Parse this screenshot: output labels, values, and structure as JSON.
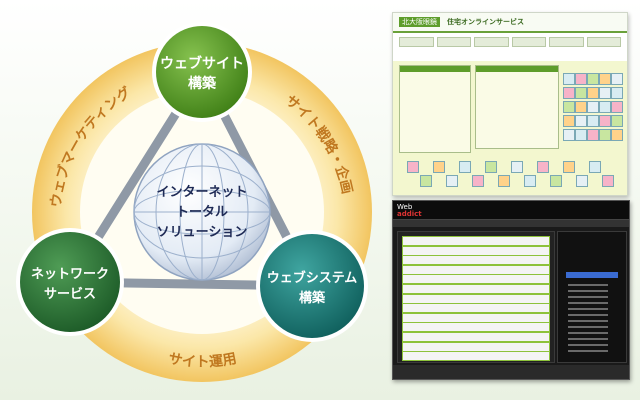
{
  "diagram": {
    "center_text": [
      "インターネット",
      "トータル",
      "ソリューション"
    ],
    "nodes": {
      "web_site": {
        "lines": [
          "ウェブサイト",
          "構築"
        ],
        "color": "#5b9a2a"
      },
      "network": {
        "lines": [
          "ネットワーク",
          "サービス"
        ],
        "color": "#2f7a3a"
      },
      "web_system": {
        "lines": [
          "ウェブシステム",
          "構築"
        ],
        "color": "#1e7f7c"
      }
    },
    "ring_labels": {
      "left": "ウェブマーケティング",
      "right": "サイト戦略・企画",
      "bottom": "サイト運用"
    }
  },
  "colors": {
    "ring_outer": "#f4c968",
    "ring_inner": "#fff8df",
    "triangle": "#8f99a6",
    "ring_label": "#c07820"
  },
  "screenshots": {
    "online_service": {
      "logo": "北大阪眼鏡",
      "title": "住宅オンラインサービス"
    },
    "web_addict": {
      "brand_line1": "Web",
      "brand_line2": "addict"
    }
  }
}
